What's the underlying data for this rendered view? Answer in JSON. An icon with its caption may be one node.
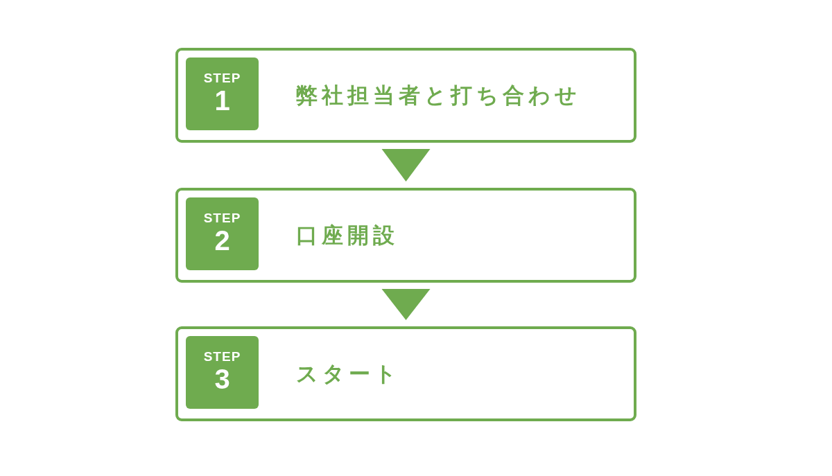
{
  "diagram": {
    "nodes": [
      {
        "text": [
          "弊社担当者と打ち合わせ"
        ]
      },
      {
        "text": [
          "STEP",
          "1"
        ],
        "in": 0
      },
      {
        "text": [
          "口座開設"
        ]
      },
      {
        "text": [
          "STEP",
          "2"
        ],
        "in": 2
      },
      {
        "text": [
          "スタート"
        ]
      },
      {
        "text": [
          "STEP",
          "3"
        ],
        "in": 4
      }
    ],
    "edges": [
      {
        "from": 0,
        "to": 2,
        "arrow": "to"
      },
      {
        "from": 2,
        "to": 4,
        "arrow": "to"
      }
    ]
  }
}
